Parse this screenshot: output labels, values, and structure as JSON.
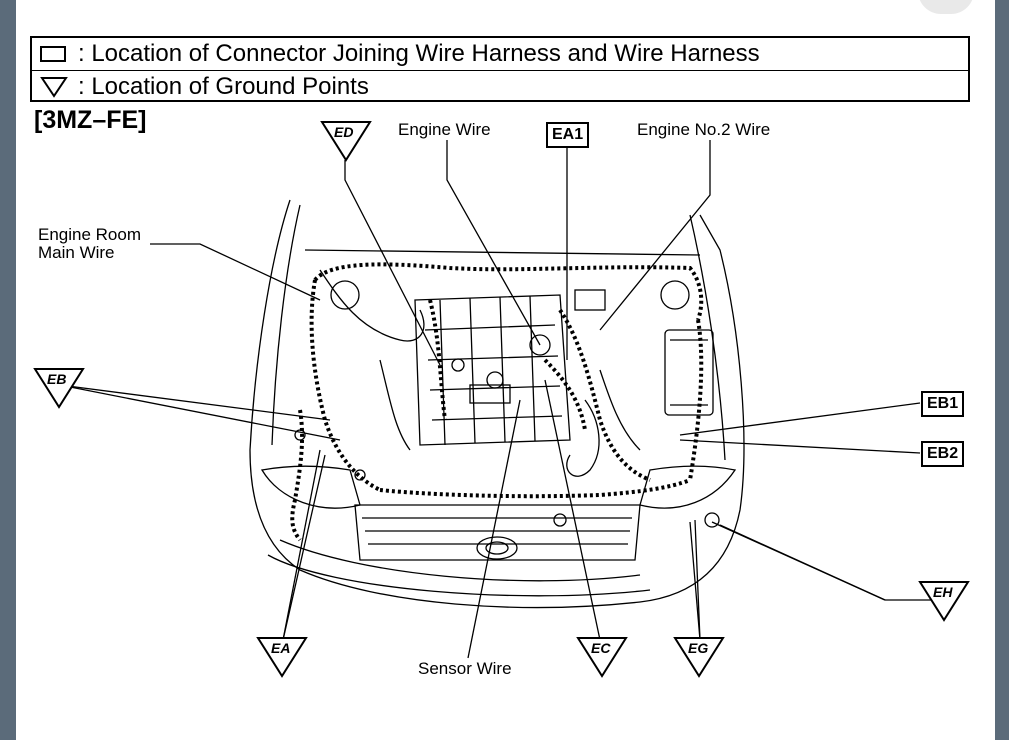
{
  "legend": {
    "connector_text": ": Location of Connector Joining Wire Harness and Wire Harness",
    "ground_text": ": Location of Ground Points"
  },
  "model": "[3MZ–FE]",
  "labels": {
    "engine_wire": "Engine Wire",
    "engine_no2_wire": "Engine No.2 Wire",
    "engine_room_main_wire_1": "Engine Room",
    "engine_room_main_wire_2": "Main Wire",
    "sensor_wire": "Sensor Wire"
  },
  "connectors": {
    "ea1": "EA1",
    "eb1": "EB1",
    "eb2": "EB2"
  },
  "ground_points": {
    "ed": "ED",
    "eb": "EB",
    "ea": "EA",
    "ec": "EC",
    "eg": "EG",
    "eh": "EH"
  }
}
